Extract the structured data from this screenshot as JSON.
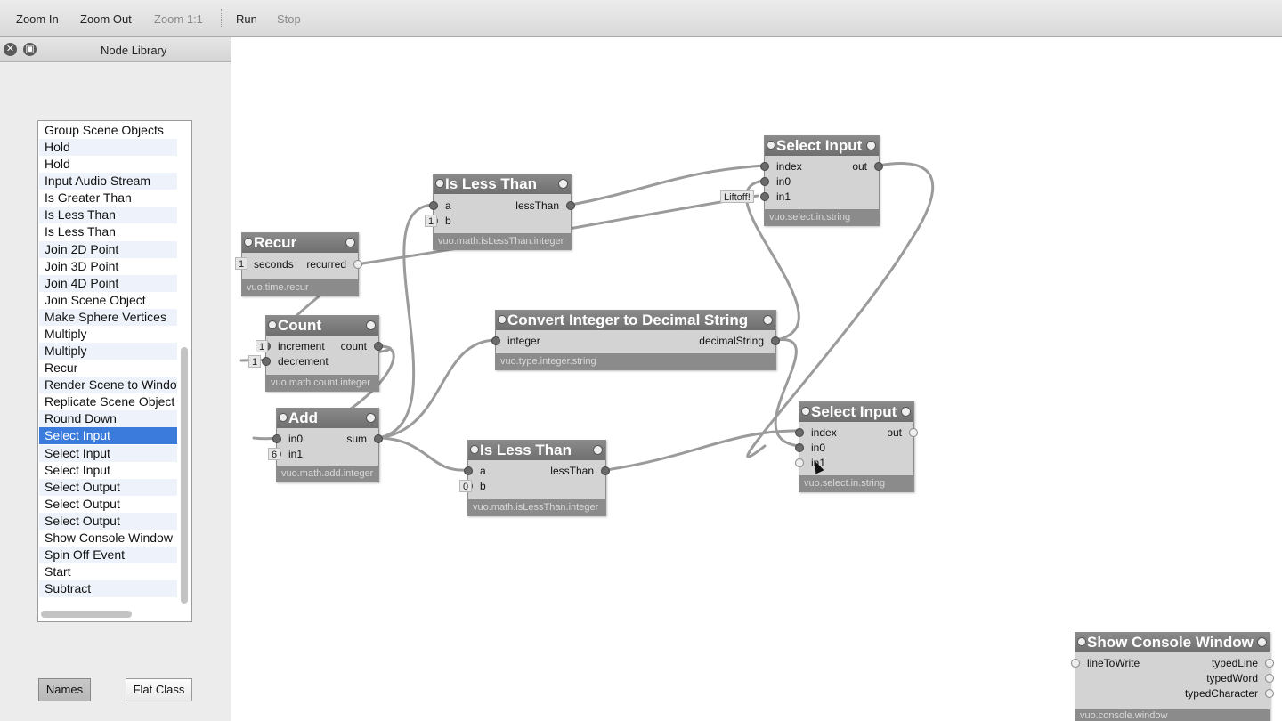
{
  "toolbar": {
    "zoom_in": "Zoom In",
    "zoom_out": "Zoom Out",
    "zoom_1_1": "Zoom 1:1",
    "run": "Run",
    "stop": "Stop"
  },
  "sidebar": {
    "title": "Node Library",
    "close_glyph": "✕",
    "detach_glyph": "▣",
    "items": [
      "Group Scene Objects",
      "Hold",
      "Hold",
      "Input Audio Stream",
      "Is Greater Than",
      "Is Less Than",
      "Is Less Than",
      "Join 2D Point",
      "Join 3D Point",
      "Join 4D Point",
      "Join Scene Object",
      "Make Sphere Vertices",
      "Multiply",
      "Multiply",
      "Recur",
      "Render Scene to Window",
      "Replicate Scene Object",
      "Round Down",
      "Select Input",
      "Select Input",
      "Select Input",
      "Select Output",
      "Select Output",
      "Select Output",
      "Show Console Window",
      "Spin Off Event",
      "Start",
      "Subtract"
    ],
    "selected_index": 18,
    "names_button": "Names",
    "flat_class_button": "Flat Class"
  },
  "nodes": {
    "recur": {
      "title": "Recur",
      "class": "vuo.time.recur",
      "in": [
        {
          "label": "seconds",
          "const": "1"
        }
      ],
      "out": [
        {
          "label": "recurred"
        }
      ]
    },
    "count": {
      "title": "Count",
      "class": "vuo.math.count.integer",
      "in": [
        {
          "label": "increment",
          "const": "1"
        },
        {
          "label": "decrement",
          "const": "1"
        }
      ],
      "out": [
        {
          "label": "count"
        }
      ]
    },
    "add": {
      "title": "Add",
      "class": "vuo.math.add.integer",
      "in": [
        {
          "label": "in0"
        },
        {
          "label": "in1",
          "const": "6"
        }
      ],
      "out": [
        {
          "label": "sum"
        }
      ]
    },
    "less1": {
      "title": "Is Less Than",
      "class": "vuo.math.isLessThan.integer",
      "in": [
        {
          "label": "a"
        },
        {
          "label": "b",
          "const": "1"
        }
      ],
      "out": [
        {
          "label": "lessThan"
        }
      ]
    },
    "convert": {
      "title": "Convert Integer to Decimal String",
      "class": "vuo.type.integer.string",
      "in": [
        {
          "label": "integer"
        }
      ],
      "out": [
        {
          "label": "decimalString"
        }
      ]
    },
    "less2": {
      "title": "Is Less Than",
      "class": "vuo.math.isLessThan.integer",
      "in": [
        {
          "label": "a"
        },
        {
          "label": "b",
          "const": "0"
        }
      ],
      "out": [
        {
          "label": "lessThan"
        }
      ]
    },
    "select1": {
      "title": "Select Input",
      "class": "vuo.select.in.string",
      "in": [
        {
          "label": "index"
        },
        {
          "label": "in0"
        },
        {
          "label": "in1",
          "const": "Liftoff!"
        }
      ],
      "out": [
        {
          "label": "out"
        }
      ]
    },
    "select2": {
      "title": "Select Input",
      "class": "vuo.select.in.string",
      "in": [
        {
          "label": "index"
        },
        {
          "label": "in0"
        },
        {
          "label": "in1"
        }
      ],
      "out": [
        {
          "label": "out"
        }
      ]
    },
    "console": {
      "title": "Show Console Window",
      "class": "vuo.console.window",
      "in": [
        {
          "label": "lineToWrite"
        }
      ],
      "out": [
        {
          "label": "typedLine"
        },
        {
          "label": "typedWord"
        },
        {
          "label": "typedCharacter"
        }
      ]
    }
  },
  "colors": {
    "selection": "#3a7bdc",
    "node_title": "#7a7a7a",
    "node_body": "#d3d3d3",
    "node_footer": "#8b8b8b",
    "cable": "#8a8a8a"
  }
}
